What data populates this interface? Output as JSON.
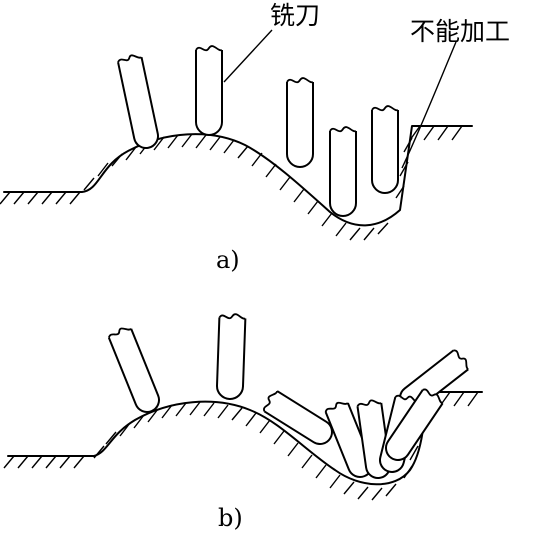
{
  "labels": {
    "cutter": "铣刀",
    "not_machinable": "不能加工",
    "panel_a": "a)",
    "panel_b": "b)"
  },
  "colors": {
    "stroke": "#000000",
    "background": "#ffffff"
  }
}
